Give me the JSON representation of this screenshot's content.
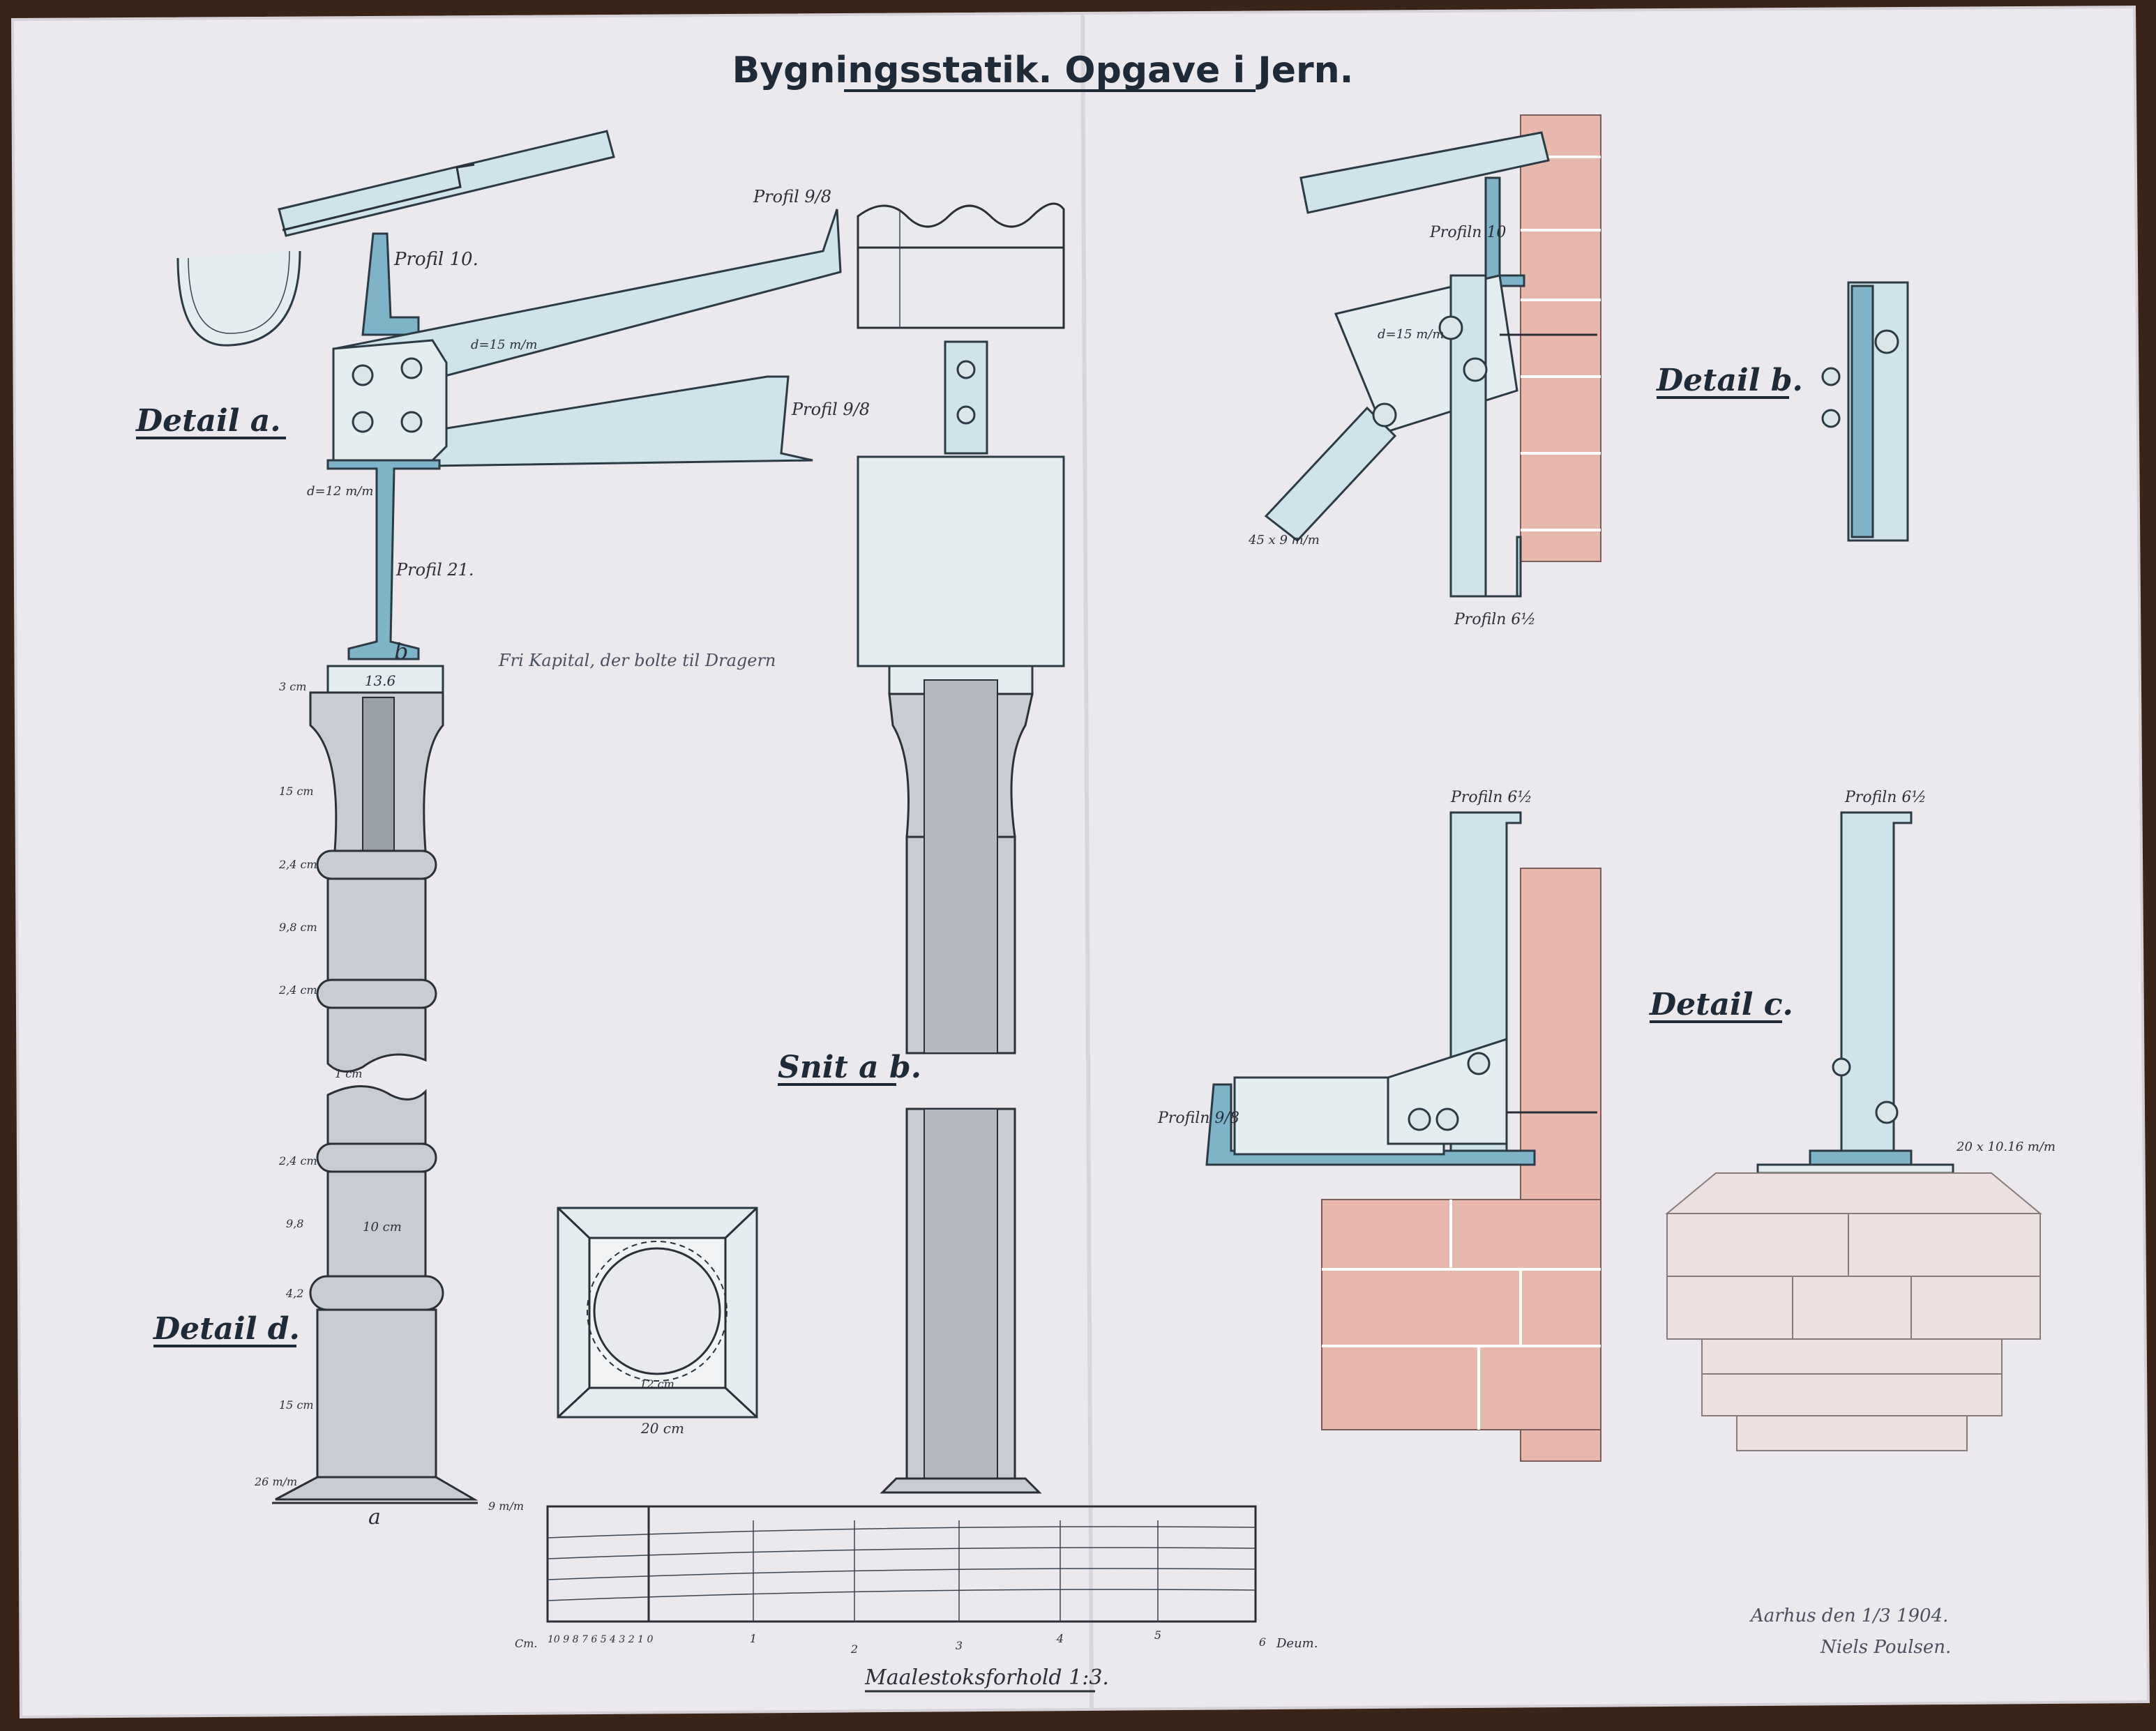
{
  "title": "Bygningsstatik. Opgave i Jern.",
  "details": {
    "a": "Detail a.",
    "b": "Detail b.",
    "c": "Detail c.",
    "d": "Detail d.",
    "section": "Snit a b."
  },
  "labels": {
    "profil10": "Profil 10.",
    "profil98_top": "Profil 9/8",
    "profil98_mid": "Profil 9/8",
    "profil21": "Profil 21.",
    "d15": "d=15 m/m",
    "d12": "d=12 m/m",
    "point_b": "b",
    "point_a": "a",
    "cap_width": "13.6",
    "handwritten_note": "Fri Kapital, der bolte til Dragern",
    "b_profil10": "Profiln 10",
    "b_d15": "d=15 m/m",
    "b_45x9": "45 x 9 m/m",
    "b_profil65": "Profiln 6½",
    "c_profil65_left": "Profiln 6½",
    "c_profil65_right": "Profiln 6½",
    "c_profil98": "Profiln 9/8",
    "c_bolt": "20 x 10.16 m/m",
    "base_width": "20 cm",
    "base_inner": "12 cm",
    "col_inner": "10 cm",
    "dims_left": [
      "3 cm",
      "15 cm",
      "2,4 cm",
      "9,8 cm",
      "2,4 cm",
      "1 cm",
      "2,4 cm",
      "9,8",
      "4,2",
      "15 cm"
    ],
    "base_left": "26 m/m",
    "base_right": "9 m/m"
  },
  "scale": {
    "ticks": [
      "1",
      "2",
      "3",
      "4",
      "5",
      "6"
    ],
    "unit_right": "Deum.",
    "unit_left": "Cm.",
    "small_ticks": "10 9 8 7 6 5 4 3 2 1 0",
    "caption": "Maalestoksforhold 1:3."
  },
  "signature": {
    "place_date": "Aarhus den 1/3 1904.",
    "name": "Niels Poulsen."
  }
}
